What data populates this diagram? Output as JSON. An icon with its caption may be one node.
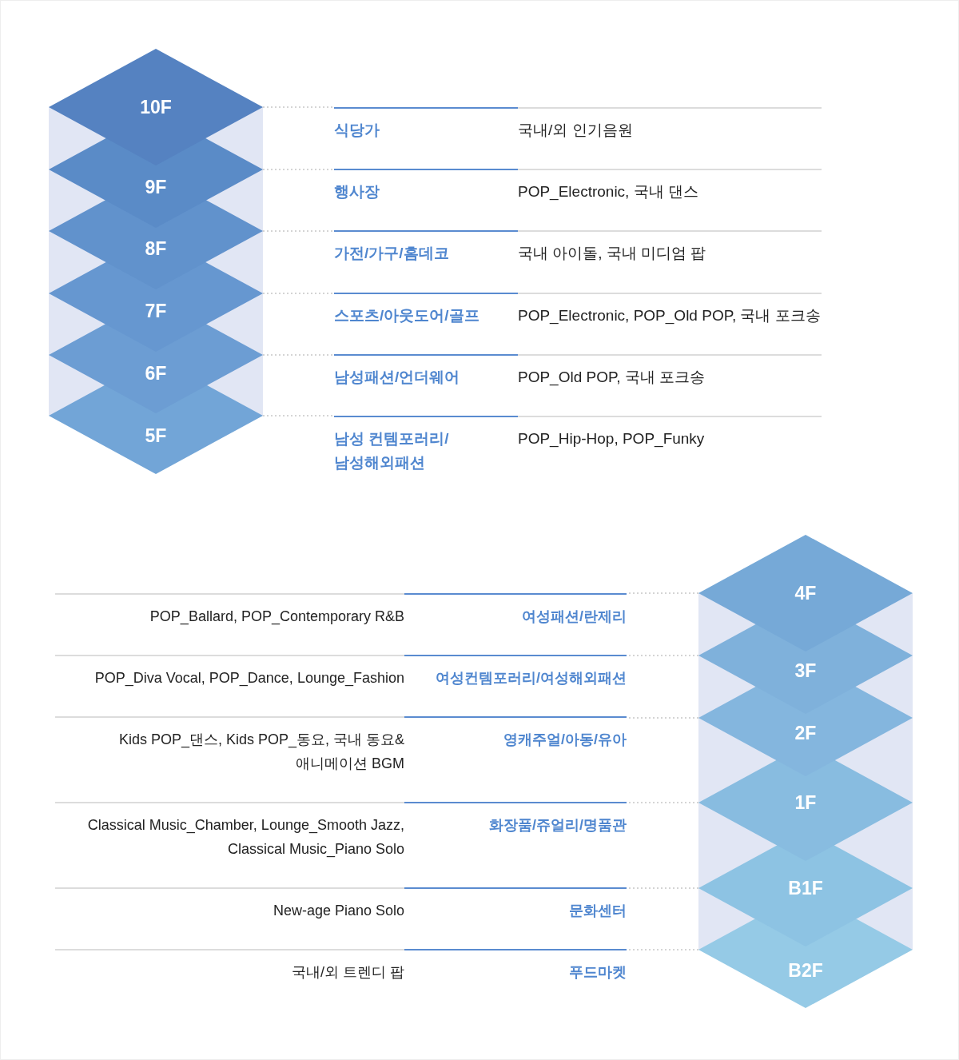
{
  "diagram": {
    "nodes": [
      {
        "text": [
          "10F"
        ]
      },
      {
        "text": [
          "9F"
        ]
      },
      {
        "text": [
          "8F"
        ]
      },
      {
        "text": [
          "7F"
        ]
      },
      {
        "text": [
          "6F"
        ]
      },
      {
        "text": [
          "5F"
        ]
      },
      {
        "text": [
          "식당가",
          "국내/외 인기음원"
        ]
      },
      {
        "text": [
          "행사장",
          "POP_Electronic, 국내 댄스"
        ]
      },
      {
        "text": [
          "가전/가구/홈데코",
          "국내 아이돌, 국내 미디엄 팝"
        ]
      },
      {
        "text": [
          "스포츠/아웃도어/골프",
          "POP_Electronic, POP_Old POP, 국내 포크송"
        ]
      },
      {
        "text": [
          "남성패션/언더웨어",
          "POP_Old POP, 국내 포크송"
        ]
      },
      {
        "text": [
          "남성 컨템포러리/ 남성해외패션",
          "POP_Hip-Hop, POP_Funky"
        ]
      },
      {
        "text": [
          "4F"
        ]
      },
      {
        "text": [
          "3F"
        ]
      },
      {
        "text": [
          "2F"
        ]
      },
      {
        "text": [
          "1F"
        ]
      },
      {
        "text": [
          "B1F"
        ]
      },
      {
        "text": [
          "B2F"
        ]
      },
      {
        "text": [
          "POP_Ballard, POP_Contemporary R&B",
          "여성패션/란제리"
        ]
      },
      {
        "text": [
          "POP_Diva Vocal, POP_Dance, Lounge_Fashion",
          "여성컨템포러리/여성해외패션"
        ]
      },
      {
        "text": [
          "Kids POP_댄스, Kids POP_동요, 국내 동요&애니메이션 BGM",
          "영캐주얼/아동/유아"
        ]
      },
      {
        "text": [
          "Classical Music_Chamber, Lounge_Smooth Jazz, Classical Music_Piano Solo",
          "화장품/쥬얼리/명품관"
        ]
      },
      {
        "text": [
          "New-age Piano Solo",
          "문화센터"
        ]
      },
      {
        "text": [
          "국내/외 트렌디 팝",
          "푸드마켓"
        ]
      }
    ],
    "edges": [
      {
        "from": 0,
        "to": 6,
        "arrow": "none",
        "style": "dashed"
      },
      {
        "from": 1,
        "to": 7,
        "arrow": "none",
        "style": "dashed"
      },
      {
        "from": 2,
        "to": 8,
        "arrow": "none",
        "style": "dashed"
      },
      {
        "from": 3,
        "to": 9,
        "arrow": "none",
        "style": "dashed"
      },
      {
        "from": 4,
        "to": 10,
        "arrow": "none",
        "style": "dashed"
      },
      {
        "from": 5,
        "to": 11,
        "arrow": "none",
        "style": "dashed"
      },
      {
        "from": 12,
        "to": 18,
        "arrow": "none",
        "style": "dashed"
      },
      {
        "from": 13,
        "to": 19,
        "arrow": "none",
        "style": "dashed"
      },
      {
        "from": 14,
        "to": 20,
        "arrow": "none",
        "style": "dashed"
      },
      {
        "from": 15,
        "to": 21,
        "arrow": "none",
        "style": "dashed"
      },
      {
        "from": 16,
        "to": 22,
        "arrow": "none",
        "style": "dashed"
      },
      {
        "from": 17,
        "to": 23,
        "arrow": "none",
        "style": "dashed"
      }
    ]
  }
}
